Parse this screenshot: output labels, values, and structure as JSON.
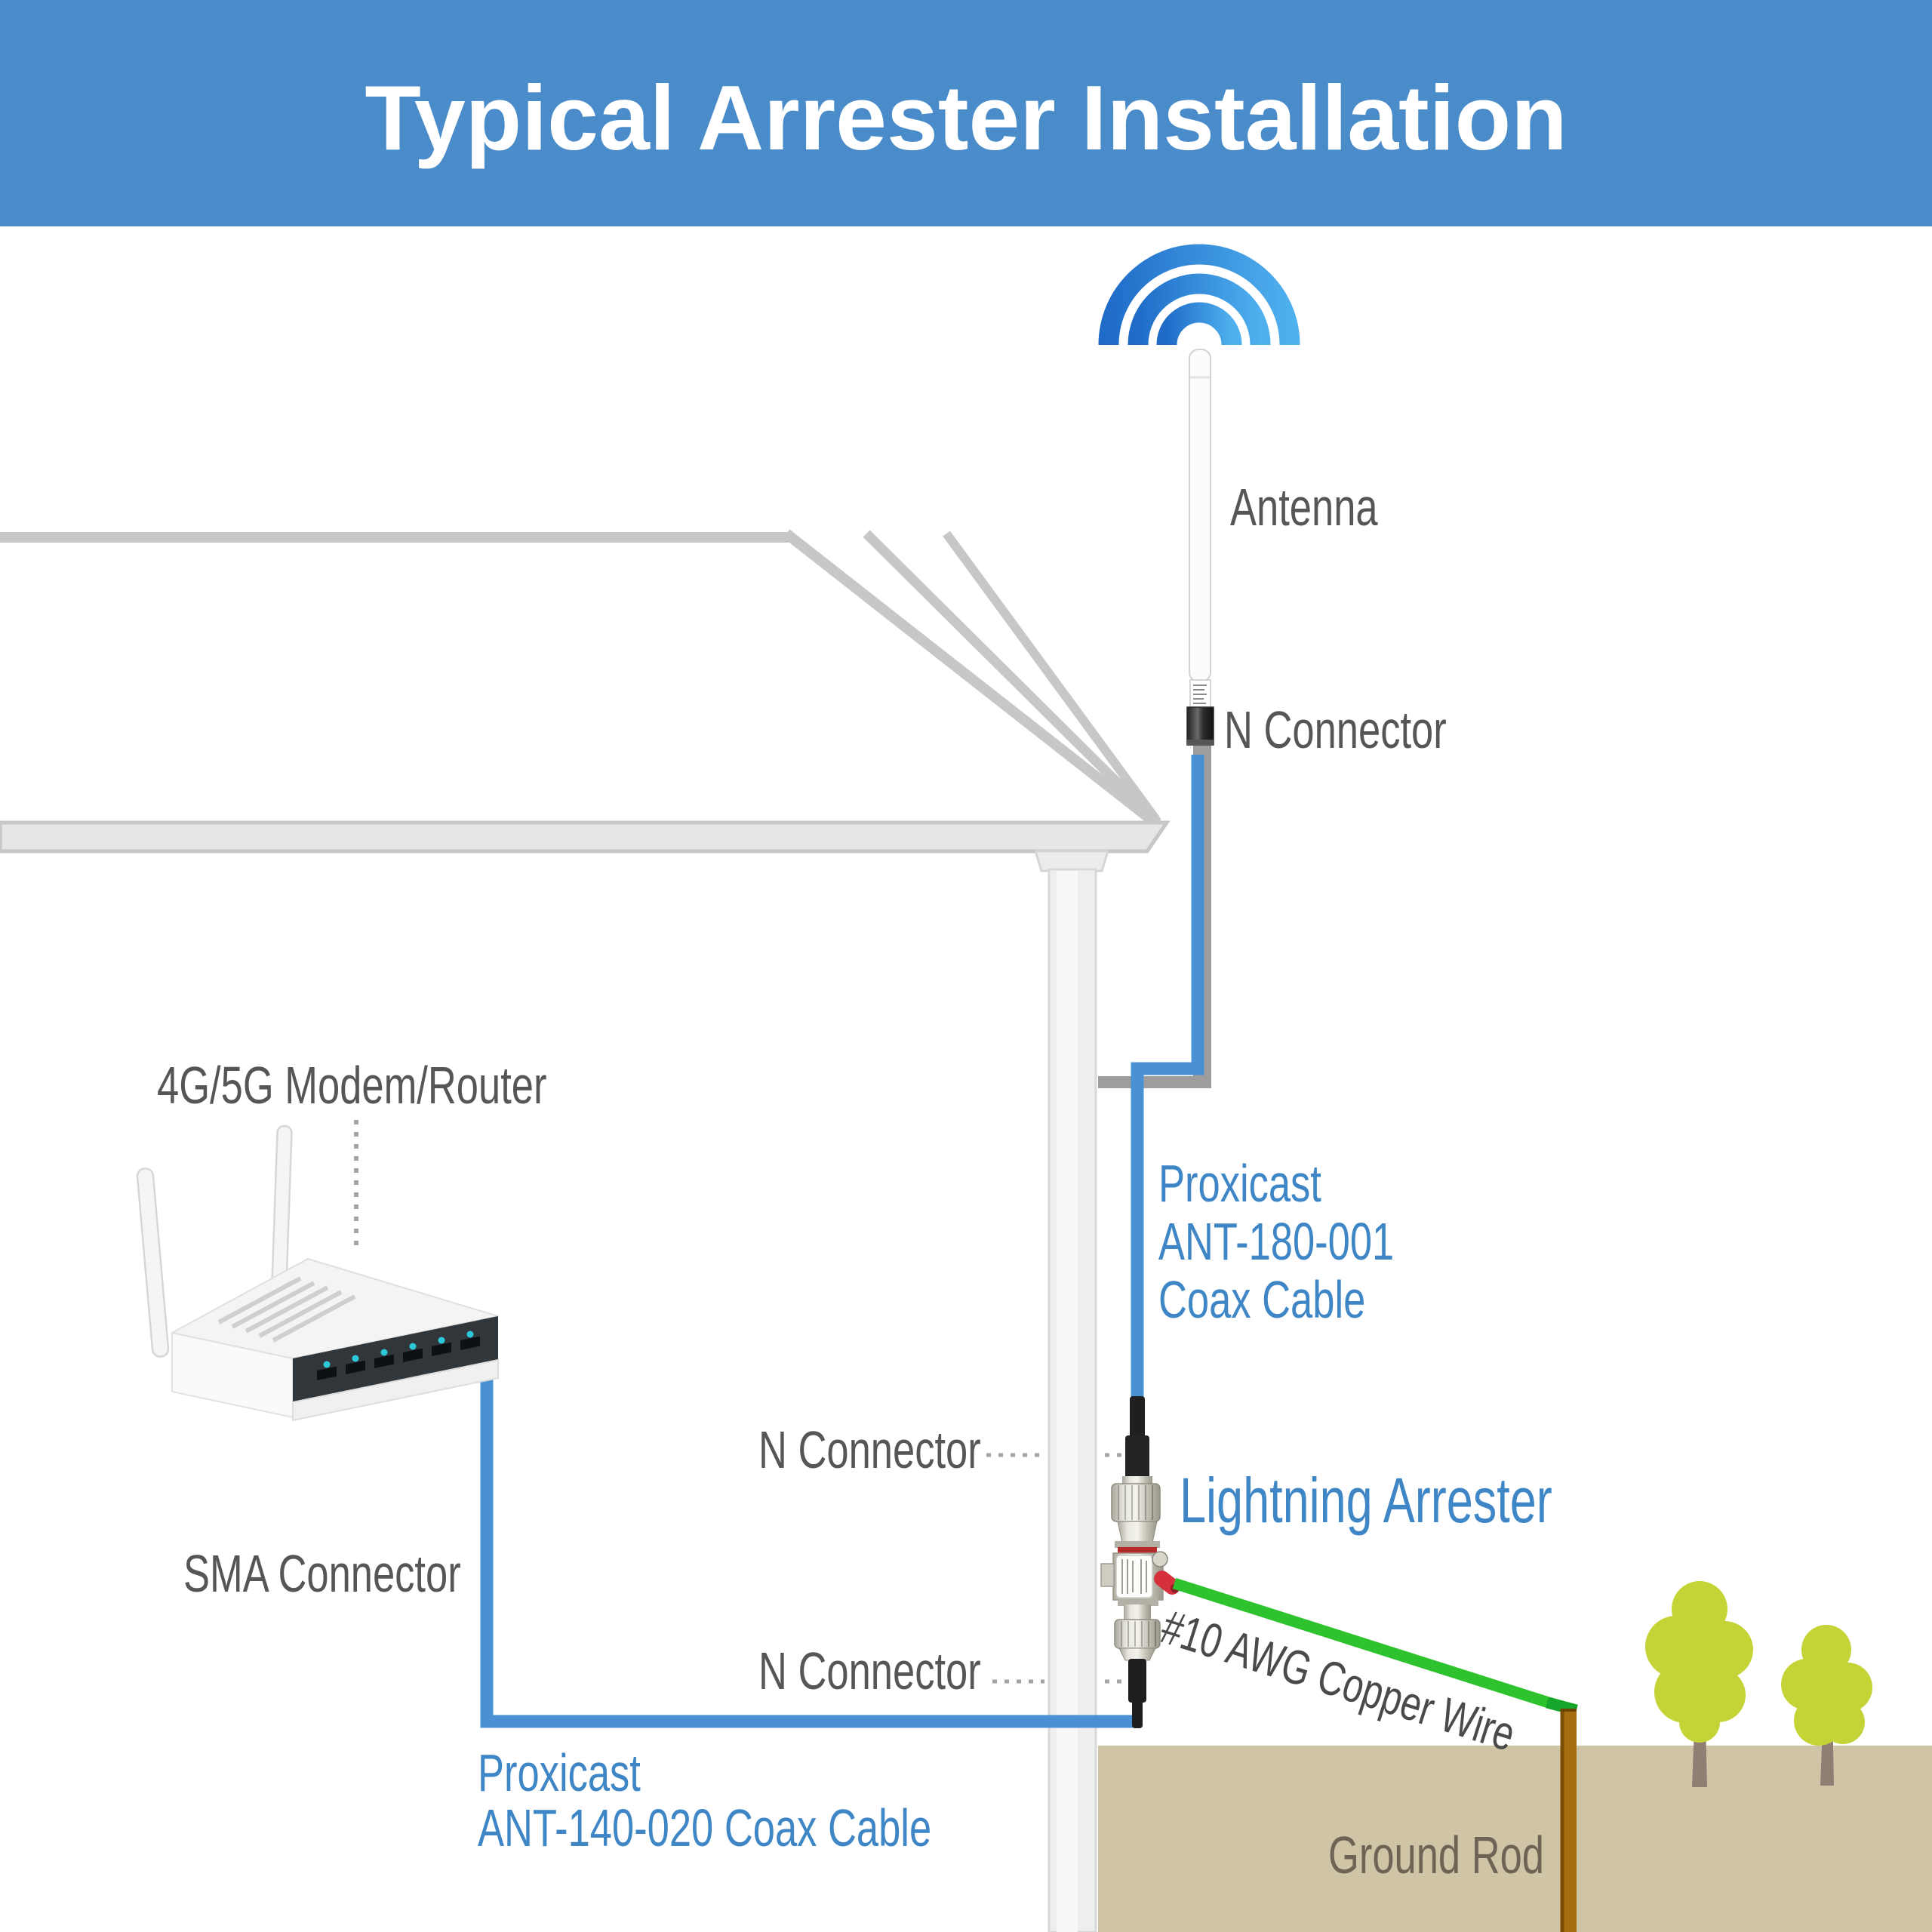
{
  "header": {
    "title": "Typical Arrester Installation"
  },
  "labels": {
    "antenna": "Antenna",
    "n_connector_antenna": "N Connector",
    "modem": "4G/5G Modem/Router",
    "sma_connector": "SMA Connector",
    "n_connector_upper": "N Connector",
    "n_connector_lower": "N Connector",
    "lightning_arrester": "Lightning Arrester",
    "coax_top_line1": "Proxicast",
    "coax_top_line2": "ANT-180-001",
    "coax_top_line3": "Coax Cable",
    "coax_bottom_line1": "Proxicast",
    "coax_bottom_line2": "ANT-140-020 Coax Cable",
    "copper_wire": "#10 AWG Copper Wire",
    "ground_rod": "Ground Rod"
  },
  "icons": {
    "wifi": "wifi-signal-icon",
    "antenna": "omni-antenna-rod",
    "arrester": "lightning-arrester-device",
    "router": "4g-5g-router",
    "trees": "trees",
    "ground_rod": "ground-rod"
  },
  "colors": {
    "header_bg": "#4a8cc9",
    "title_text": "#ffffff",
    "label_gray": "#565656",
    "label_blue": "#3e86c6",
    "label_olive": "#6d6455",
    "cable_blue": "#4a90d4",
    "wire_green": "#2ec32e",
    "wire_green_dark": "#17a62c",
    "ground_tan": "#cfc5a6",
    "rod_brown": "#a76c10",
    "foliage_green": "#c4d336",
    "trunk_brown": "#8f7e74",
    "lug_red": "#d5303c",
    "pole_gray": "#9d9d9d",
    "house_line": "#c7c7c7",
    "wifi_blue_dark": "#1f6cc8",
    "wifi_blue_light": "#4fb0ee"
  }
}
